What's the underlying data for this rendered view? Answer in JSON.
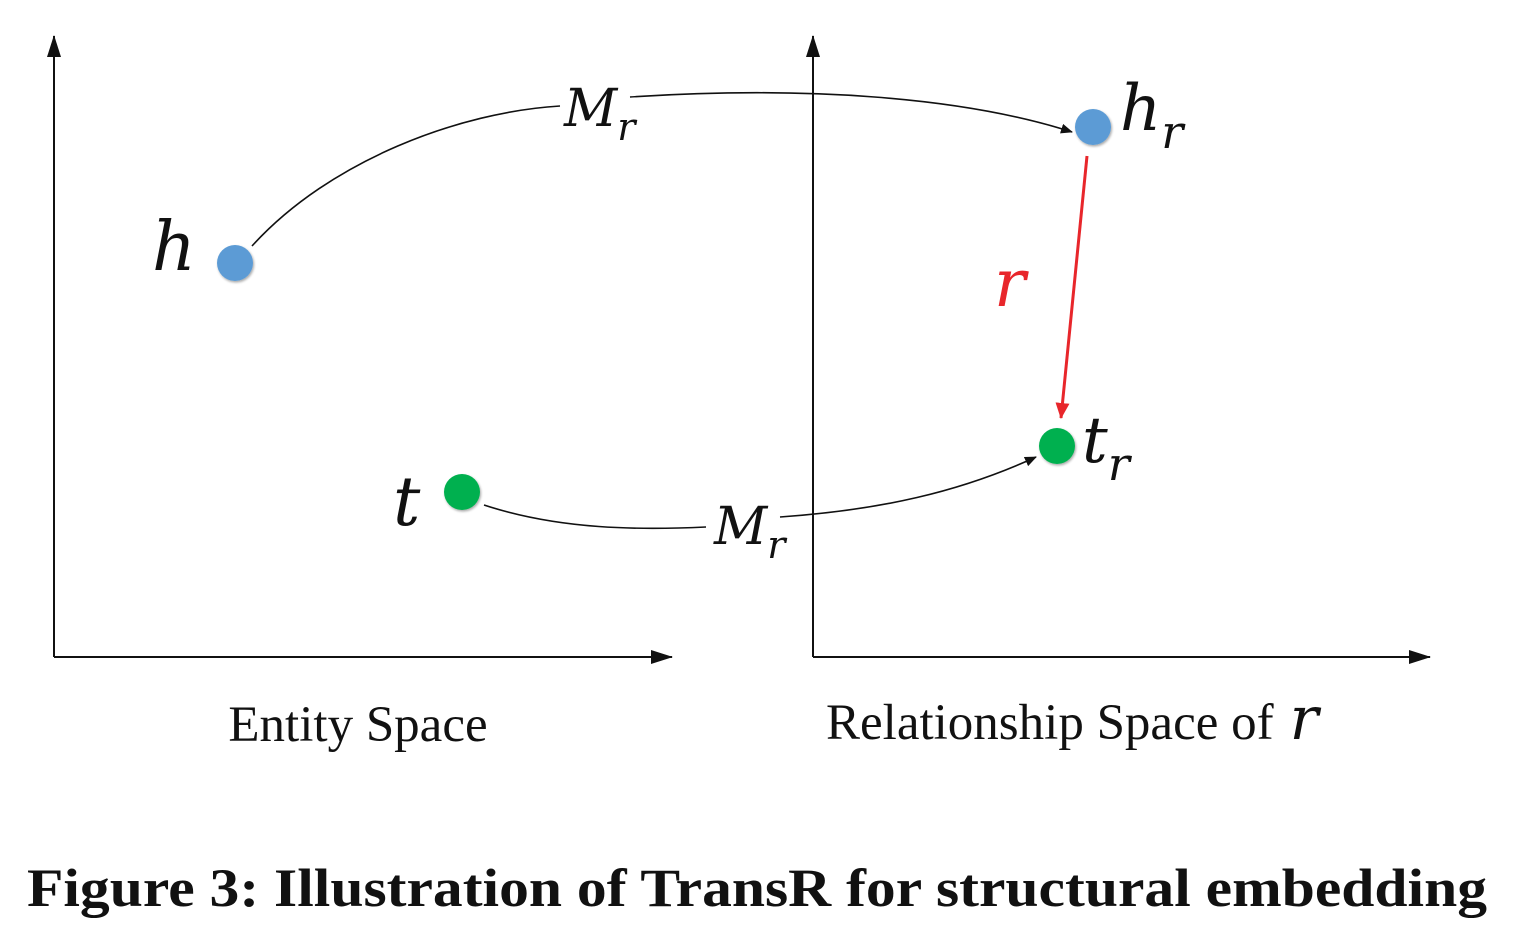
{
  "figure": {
    "caption": "Figure 3: Illustration of TransR for structural embedding",
    "panels": {
      "entity": {
        "label": "Entity Space"
      },
      "relationship": {
        "label": "Relationship Space of",
        "label_symbol": "r"
      }
    },
    "points": {
      "h": {
        "main": "h",
        "sub": "",
        "color": "#5b9bd5"
      },
      "t": {
        "main": "t",
        "sub": "",
        "color": "#00b050"
      },
      "hr": {
        "main": "h",
        "sub": "r",
        "color": "#5b9bd5"
      },
      "tr": {
        "main": "t",
        "sub": "r",
        "color": "#00b050"
      }
    },
    "arrows": {
      "mapping_top": {
        "main": "M",
        "sub": "r"
      },
      "mapping_bottom": {
        "main": "M",
        "sub": "r"
      },
      "relation": {
        "label": "r",
        "color": "#e8262b"
      }
    }
  }
}
